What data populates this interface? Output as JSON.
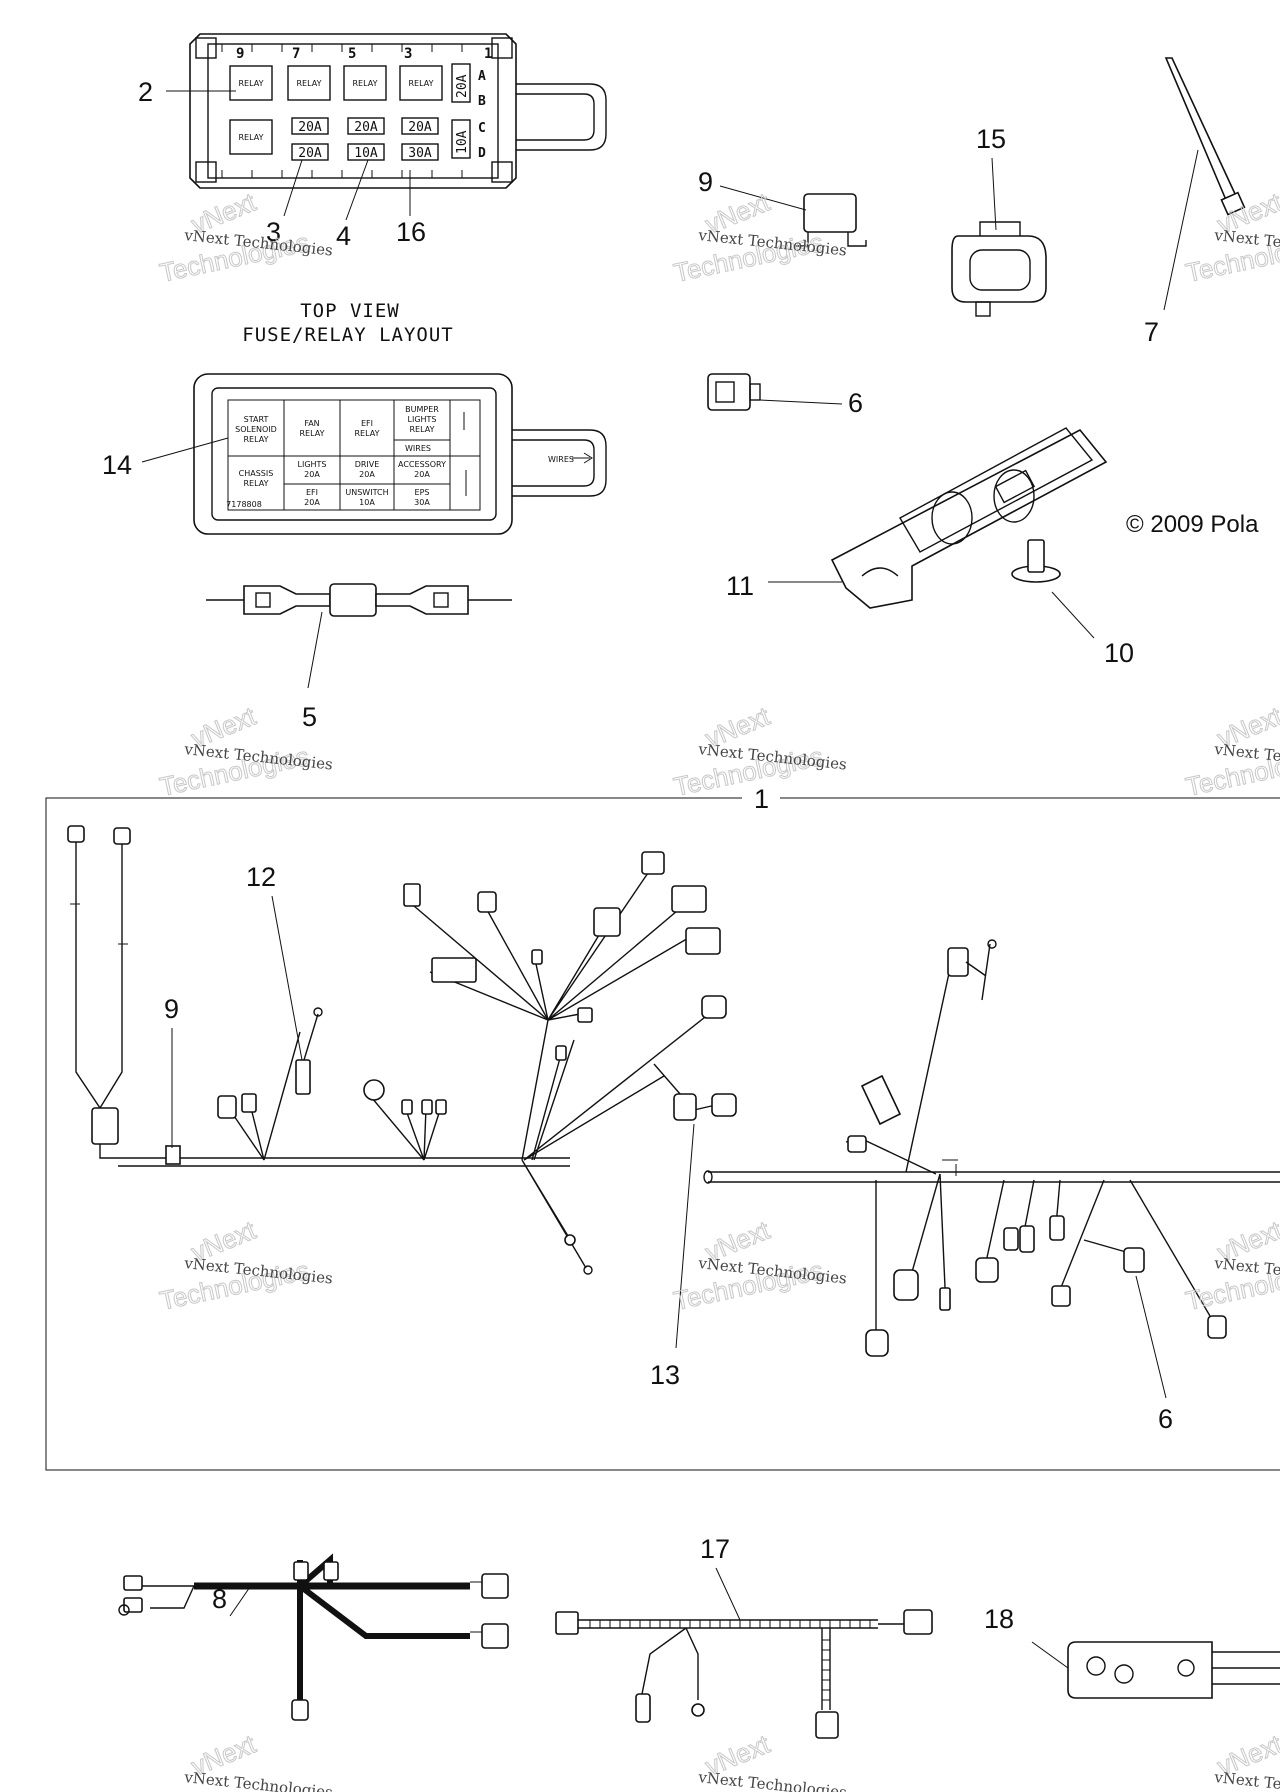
{
  "callouts": {
    "c1": "1",
    "c2": "2",
    "c3": "3",
    "c4": "4",
    "c5": "5",
    "c6": "6",
    "c7": "7",
    "c8": "8",
    "c9": "9",
    "c10": "10",
    "c11": "11",
    "c12": "12",
    "c13": "13",
    "c14": "14",
    "c15": "15",
    "c16": "16",
    "c17": "17",
    "c18": "18"
  },
  "fuse_box_top": {
    "relay_numbers": [
      "9",
      "7",
      "5",
      "3",
      "1"
    ],
    "row_letters": [
      "A",
      "B",
      "C",
      "D"
    ],
    "relay_label": "RELAY",
    "fuses_row1": [
      "20A",
      "20A",
      "20A"
    ],
    "fuses_row2": [
      "20A",
      "10A",
      "30A"
    ],
    "side_fuses": [
      "20A",
      "10A"
    ]
  },
  "layout_title": {
    "line1": "TOP VIEW",
    "line2": "FUSE/RELAY LAYOUT"
  },
  "fuse_box_cover": {
    "cells": [
      [
        "START",
        "SOLENOID",
        "RELAY"
      ],
      [
        "FAN",
        "RELAY"
      ],
      [
        "EFI",
        "RELAY"
      ],
      [
        "BUMPER",
        "LIGHTS",
        "RELAY"
      ],
      [
        "CHASSIS",
        "RELAY"
      ],
      [
        "LIGHTS",
        "20A"
      ],
      [
        "DRIVE",
        "20A"
      ],
      [
        "ACCESSORY",
        "20A"
      ],
      [
        "EFI",
        "20A"
      ],
      [
        "UNSWITCH",
        "10A"
      ],
      [
        "EPS",
        "30A"
      ]
    ],
    "wires_label": "WIRES",
    "part_number": "7178808"
  },
  "copyright": "© 2009 Pola",
  "watermark": {
    "line1": "vNext Technologies",
    "line2": "Technologies",
    "line3": "vNext"
  }
}
